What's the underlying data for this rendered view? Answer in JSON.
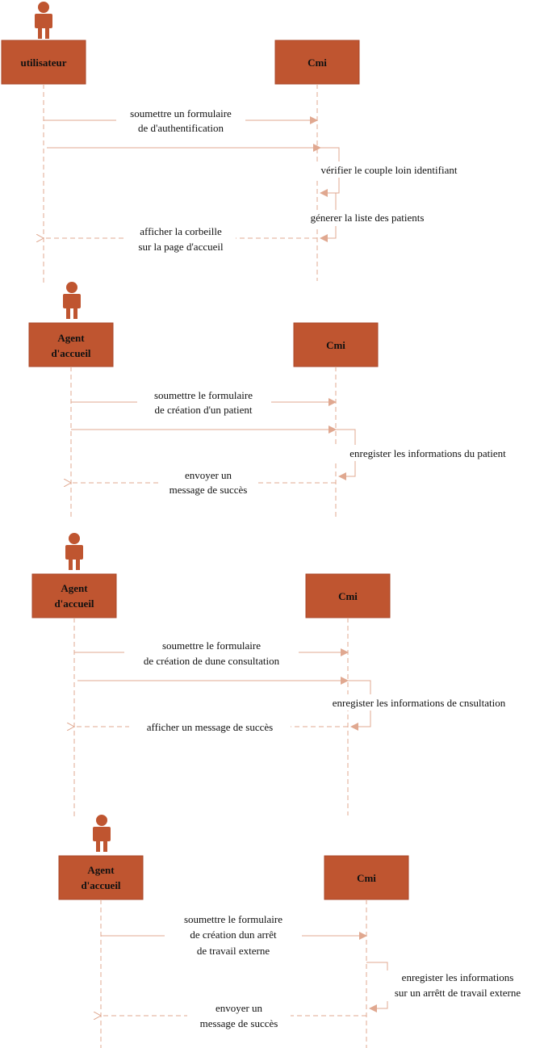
{
  "colors": {
    "box_fill": "#bf5530",
    "box_stroke": "#a9472a",
    "actor_fill": "#bf5530",
    "arrow": "#e0a890",
    "lifeline": "#e0a890",
    "label_bg": "#ffffff"
  },
  "icons": {
    "actor": "person-icon"
  },
  "diagrams": [
    {
      "actor": [
        "utilisateur"
      ],
      "system": [
        "Cmi"
      ],
      "messages": {
        "m1": [
          "soumettre un formulaire",
          "de d'authentification"
        ],
        "m2": [
          "vérifier le  couple loin identifiant"
        ],
        "m3": [
          "génerer la liste des  patients"
        ],
        "m4": [
          "afficher la corbeille",
          "sur la page d'accueil"
        ]
      }
    },
    {
      "actor": [
        "Agent",
        "d'accueil"
      ],
      "system": [
        "Cmi"
      ],
      "messages": {
        "m1": [
          "soumettre le  formulaire",
          "de création d'un patient"
        ],
        "m2": [
          "enregister les informations du patient"
        ],
        "m3": [
          "envoyer un",
          "message de succès"
        ]
      }
    },
    {
      "actor": [
        "Agent",
        "d'accueil"
      ],
      "system": [
        "Cmi"
      ],
      "messages": {
        "m1": [
          "soumettre le formulaire",
          "de création de dune consultation"
        ],
        "m2": [
          "enregister les informations de cnsultation"
        ],
        "m3": [
          "afficher un message de succès"
        ]
      }
    },
    {
      "actor": [
        "Agent",
        "d'accueil"
      ],
      "system": [
        "Cmi"
      ],
      "messages": {
        "m1": [
          "soumettre le  formulaire",
          "de création dun arrêt",
          "de travail externe"
        ],
        "m2": [
          "enregister les informations",
          "sur un arrêtt de travail externe"
        ],
        "m3": [
          "envoyer un",
          "message de succès"
        ]
      }
    }
  ]
}
